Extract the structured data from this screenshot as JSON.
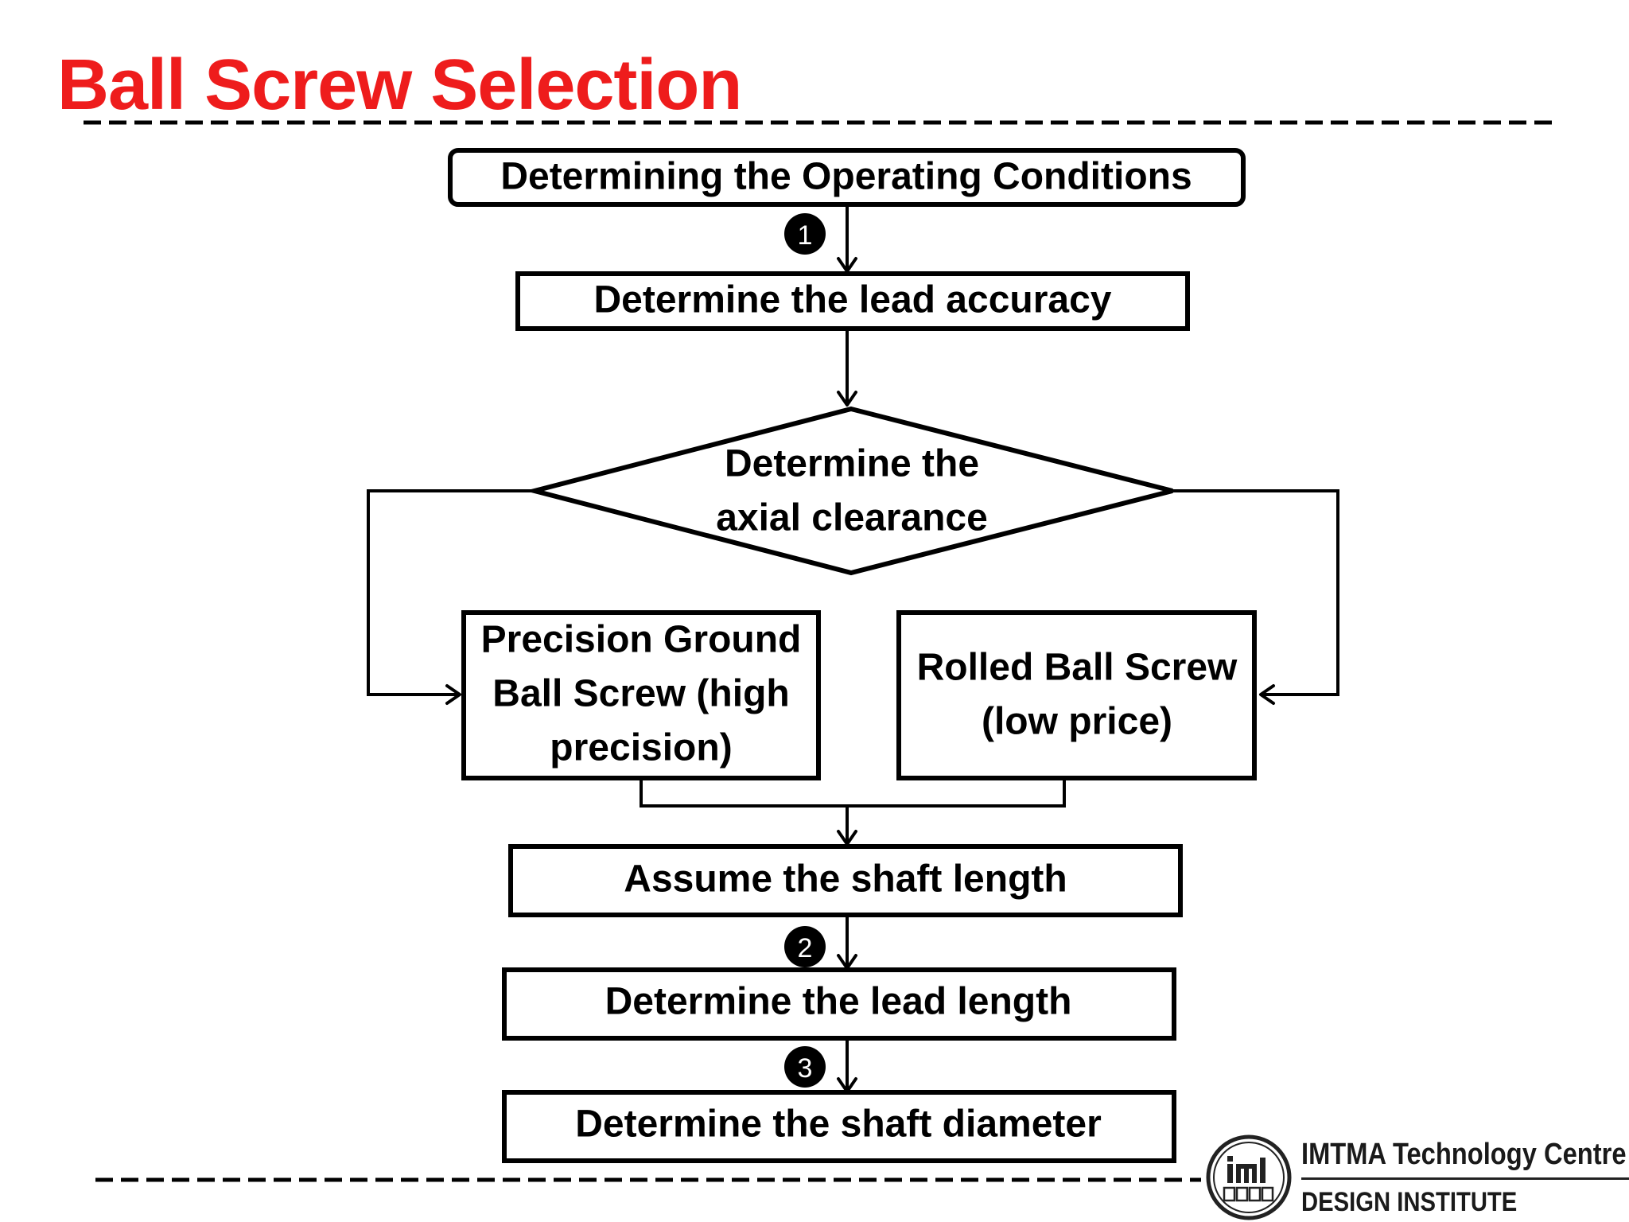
{
  "title": "Ball Screw Selection",
  "flowchart": {
    "operating_conditions": "Determining the Operating Conditions",
    "lead_accuracy": "Determine the lead accuracy",
    "axial_clearance": [
      "Determine the",
      "axial clearance"
    ],
    "precision_ground": [
      "Precision Ground",
      "Ball Screw (high",
      "precision)"
    ],
    "rolled": [
      "Rolled Ball Screw",
      "(low price)"
    ],
    "shaft_length": "Assume the shaft length",
    "lead_length": "Determine the lead length",
    "shaft_diameter": "Determine the shaft diameter"
  },
  "step_markers": [
    "1",
    "2",
    "3"
  ],
  "branding": {
    "organization": "IMTMA Technology Centre",
    "division": "DESIGN INSTITUTE"
  },
  "colors": {
    "title": "#ee1c1c",
    "diagram": "#000000"
  }
}
